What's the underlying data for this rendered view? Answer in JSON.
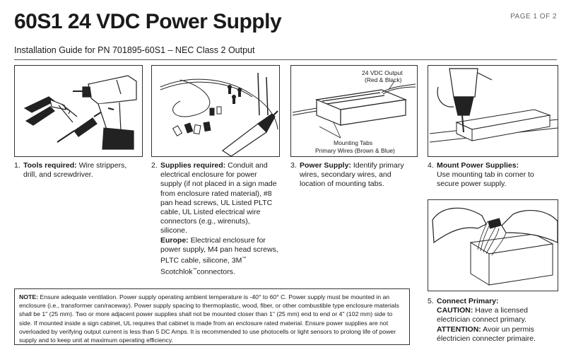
{
  "header": {
    "title": "60S1 24 VDC Power Supply",
    "page_indicator": "PAGE 1 OF 2",
    "subtitle": "Installation Guide for PN 701895-60S1 – NEC Class 2 Output"
  },
  "figures": {
    "power_supply": {
      "output_label_1": "24 VDC Output",
      "output_label_2": "(Red & Black)",
      "mounting_tabs_label": "Mounting Tabs",
      "primary_wires_label": "Primary Wires (Brown & Blue)"
    }
  },
  "steps": {
    "s1": {
      "num": "1.",
      "heading": "Tools required:",
      "text": " Wire strippers, drill, and screwdriver."
    },
    "s2": {
      "num": "2.",
      "heading": "Supplies required:",
      "text": " Conduit and electrical enclosure for power supply (if not placed in a sign made from enclosure rated material), #8 pan head screws, UL Listed PLTC cable, UL Listed electrical wire connectors (e.g., wirenuts), silicone.",
      "europe_heading": "Europe:",
      "europe_text_1": " Electrical enclosure for power supply, M4 pan head screws, PLTC cable, silicone, 3M",
      "europe_tm_1": "™",
      "europe_text_2": " Scotchlok",
      "europe_tm_2": "™",
      "europe_text_3": "connectors."
    },
    "s3": {
      "num": "3.",
      "heading": "Power Supply:",
      "text": " Identify primary wires, secondary wires, and location of mounting tabs."
    },
    "s4": {
      "num": "4.",
      "heading": "Mount Power Supplies:",
      "text": "Use mounting tab in corner to secure power supply."
    },
    "s5": {
      "num": "5.",
      "heading": "Connect Primary:",
      "caution_heading": "CAUTION:",
      "caution_text": " Have a licensed electrician connect primary.",
      "attention_heading": "ATTENTION:",
      "attention_text": " Avoir un permis électricien connecter primaire."
    }
  },
  "note": {
    "heading": "NOTE:",
    "text": " Ensure adequate ventilation. Power supply operating ambient temperature is -40° to 60° C. Power supply must be mounted in an enclosure (i.e., transformer can/raceway). Power supply spacing to thermoplastic, wood, fiber, or other combustible type enclosure materials shall be 1\" (25 mm). Two or more adjacent power supplies shall not be mounted closer than 1\" (25 mm) end to end or 4\" (102 mm) side to side. If mounted inside a sign cabinet, UL requires that cabinet is made from an enclosure rated material. Ensure power supplies are not overloaded by verifying output current is less than 5 DC Amps. It is recommended to use photocells or light sensors to prolong life of power supply and to keep unit at maximum operating efficiency."
  }
}
